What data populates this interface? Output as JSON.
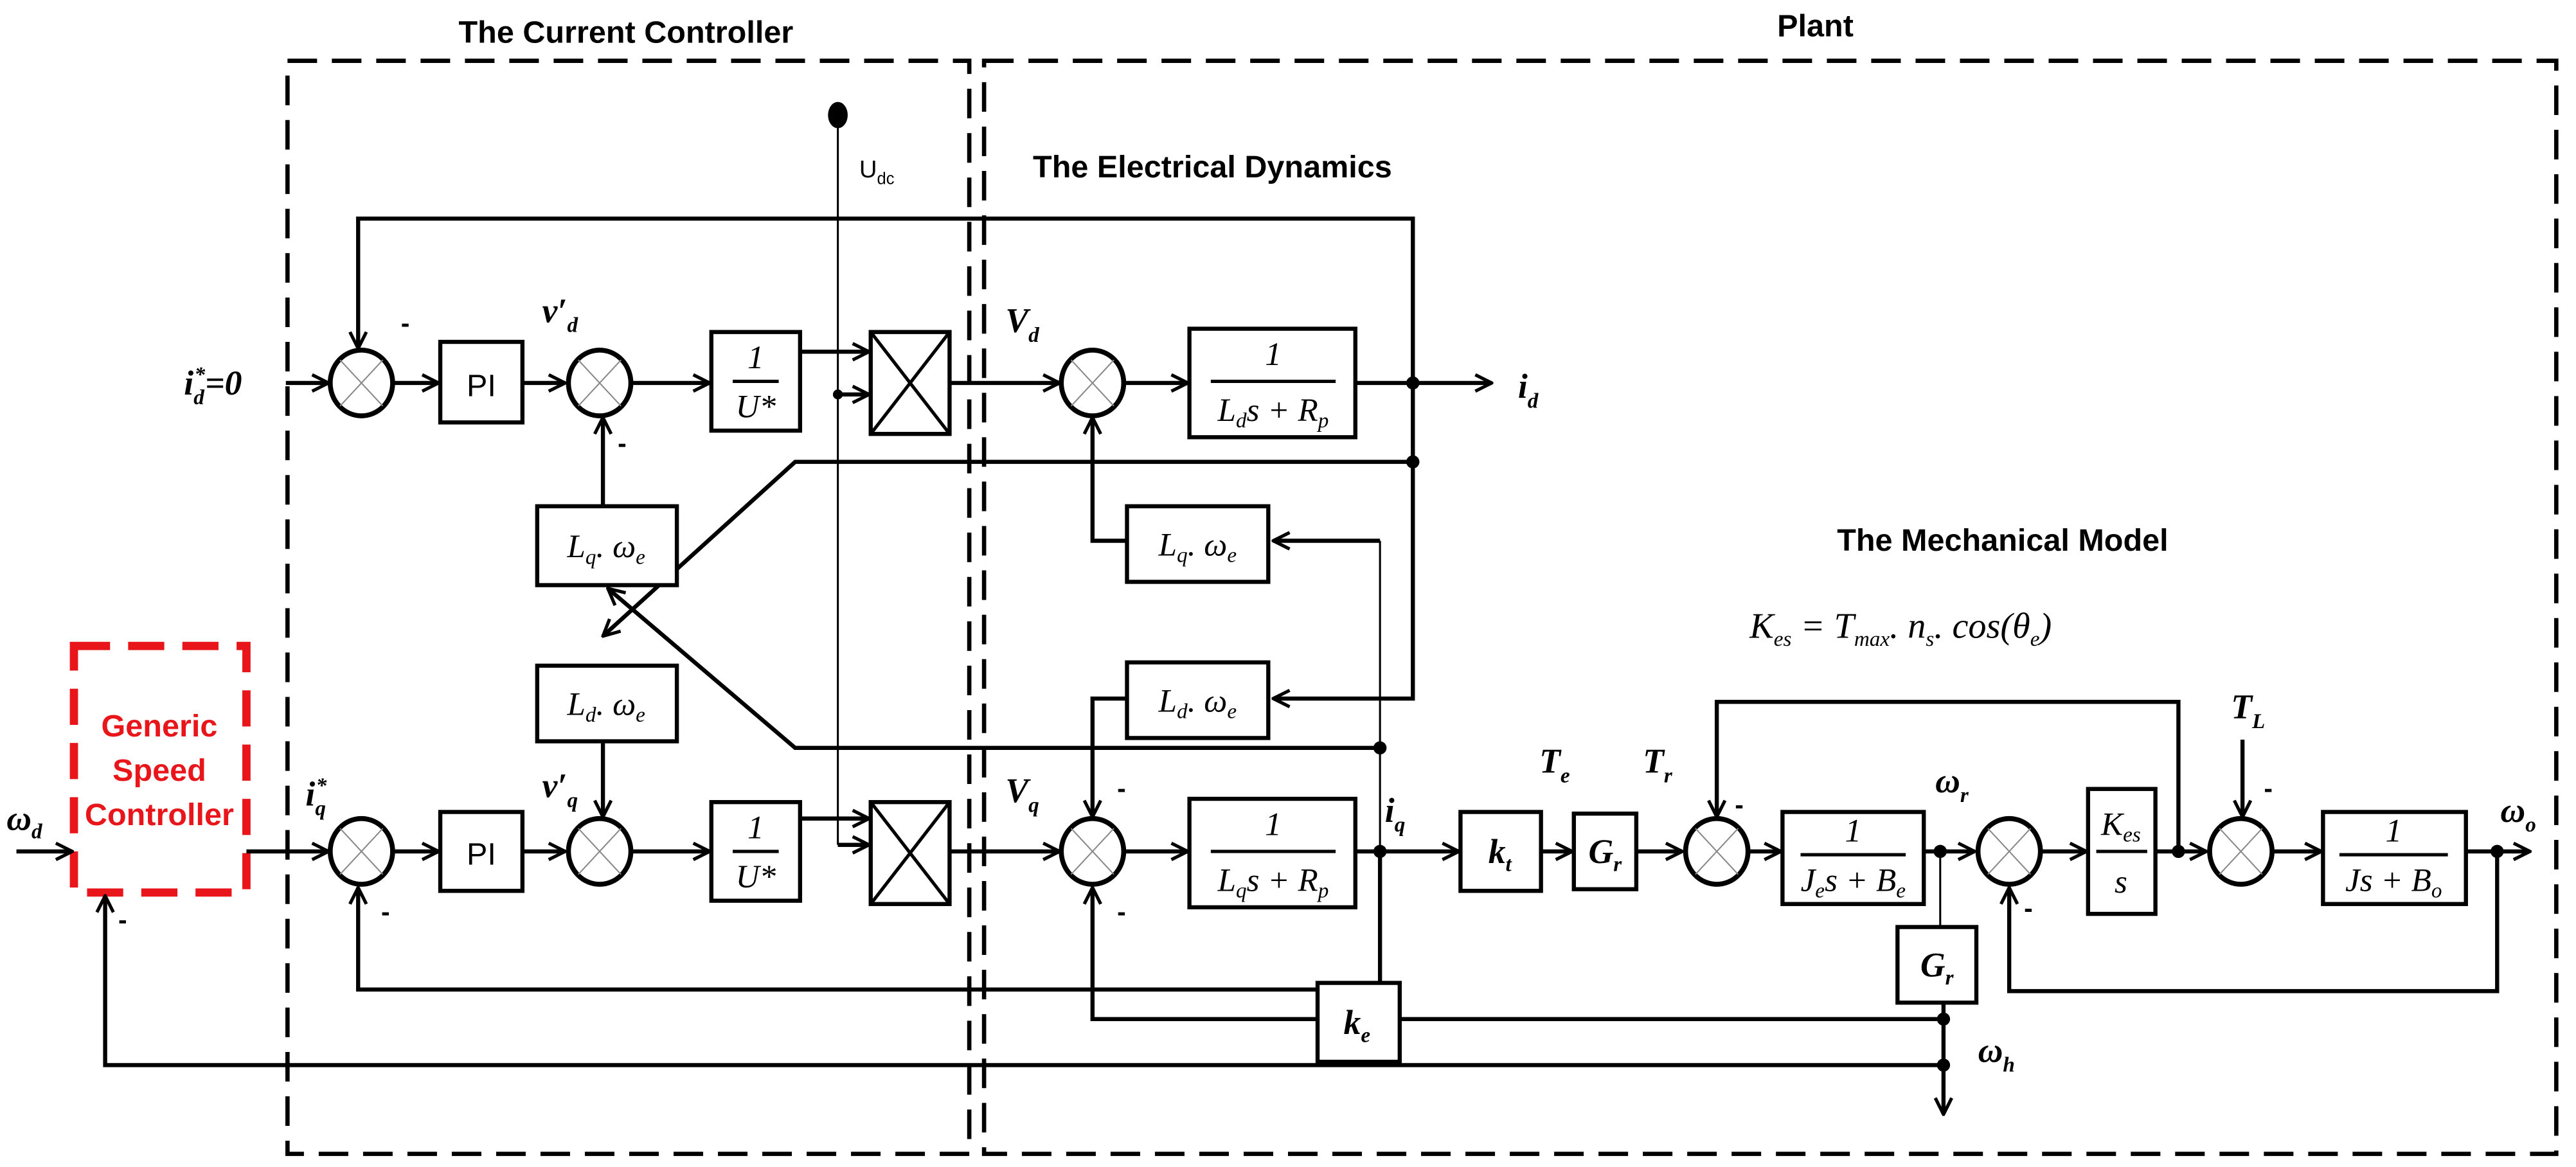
{
  "regions": {
    "current_controller": "The Current Controller",
    "plant": "Plant",
    "electrical_dynamics": "The Electrical Dynamics",
    "mechanical_model": "The Mechanical Model"
  },
  "speed_controller": {
    "line1": "Generic",
    "line2": "Speed",
    "line3": "Controller",
    "color": "#e8161b"
  },
  "signals": {
    "omega_d": "ω",
    "omega_d_sub": "d",
    "id_ref": "i",
    "id_ref_sub": "d",
    "id_ref_sup": "*",
    "id_ref_value": "=0",
    "iq_ref": "i",
    "iq_ref_sub": "q",
    "iq_ref_sup": "*",
    "vd_prime": "v′",
    "vd_prime_sub": "d",
    "vq_prime": "v′",
    "vq_prime_sub": "q",
    "udc": "U",
    "udc_sub": "dc",
    "Vd": "V",
    "Vd_sub": "d",
    "Vq": "V",
    "Vq_sub": "q",
    "id": "i",
    "id_sub": "d",
    "iq": "i",
    "iq_sub": "q",
    "Te": "T",
    "Te_sub": "e",
    "Tr": "T",
    "Tr_sub": "r",
    "omega_r": "ω",
    "omega_r_sub": "r",
    "omega_o": "ω",
    "omega_o_sub": "o",
    "omega_h": "ω",
    "omega_h_sub": "h",
    "TL": "T",
    "TL_sub": "L",
    "minus": "-"
  },
  "equation": {
    "lhs": "K",
    "lhs_sub": "es",
    "eq": " = ",
    "t": "T",
    "t_sub": "max",
    "dot1": ". ",
    "n": "n",
    "n_sub": "s",
    "dot2": ". cos(θ",
    "theta_sub": "e",
    "close": ")"
  },
  "blocks": {
    "pi": "PI",
    "one": "1",
    "u_star": "U*",
    "Lq_we": "L",
    "Lq_sub": "q",
    "Ld_sub": "d",
    "we": ". ω",
    "we_sub": "e",
    "plant_d_den_L": "L",
    "plant_d_den_Lsub": "d",
    "plant_d_den_rest": "s + R",
    "plant_d_den_Rsub": "p",
    "plant_q_den_Lsub": "q",
    "kt": "k",
    "kt_sub": "t",
    "Gr": "G",
    "Gr_sub": "r",
    "ke": "k",
    "ke_sub": "e",
    "Je_den_J": "J",
    "Je_den_Jsub": "e",
    "Je_den_rest": "s + B",
    "Je_den_Bsub": "e",
    "Kes_num": "K",
    "Kes_num_sub": "es",
    "Kes_den": "s",
    "J_den": "Js + B",
    "J_den_Bsub": "o"
  }
}
